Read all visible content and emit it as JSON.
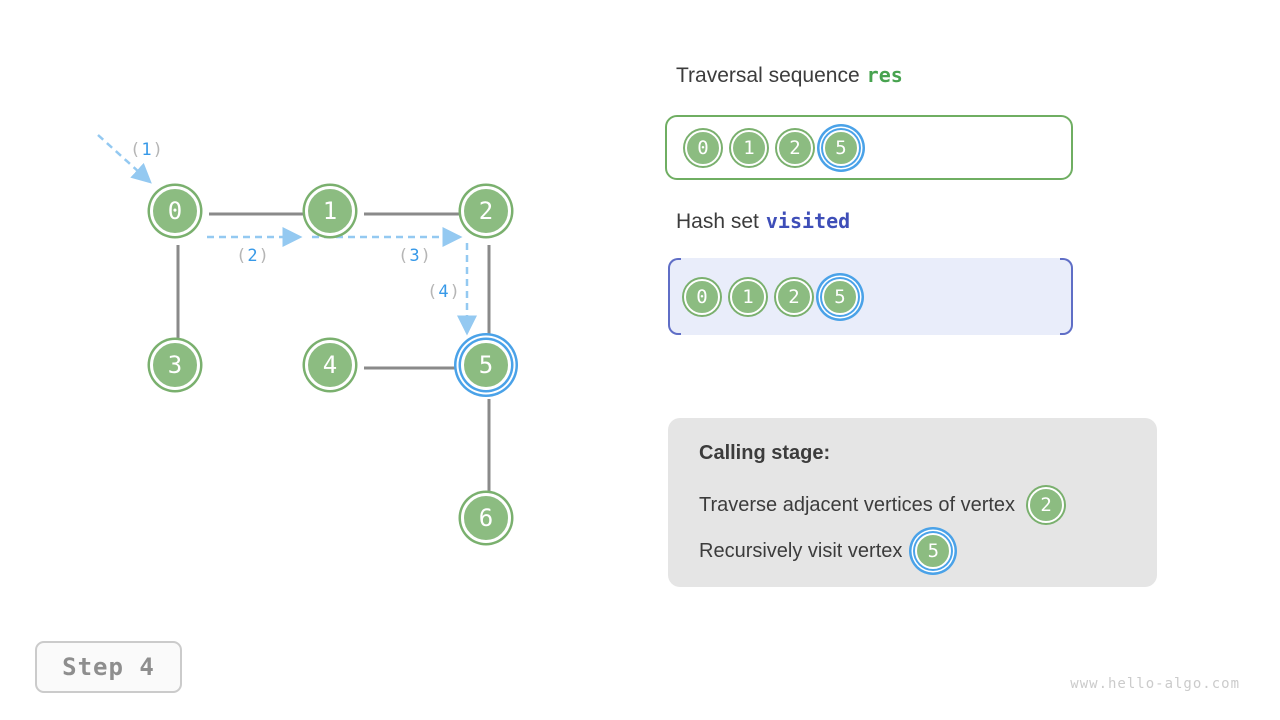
{
  "colors": {
    "node_green_fill": "#8CBC81",
    "node_green_ring": "#7AB06E",
    "highlight_blue": "#4AA2E8",
    "edge_gray": "#8A8A8A",
    "arrow_dash_blue": "#94C9F1",
    "arrow_label_blue": "#3799E8",
    "arrow_paren_gray": "#B5B5B5",
    "res_green": "#47A34F",
    "visited_indigo": "#3E4EB8",
    "green_box_border": "#6FAE62",
    "hash_box_bg": "#E9EDFA",
    "hash_bracket": "#5F6EC6",
    "calling_box_bg": "#E5E5E5",
    "text_dark": "#3C3C3C"
  },
  "graph": {
    "nodes": [
      {
        "label": "0",
        "highlighted": false
      },
      {
        "label": "1",
        "highlighted": false
      },
      {
        "label": "2",
        "highlighted": false
      },
      {
        "label": "3",
        "highlighted": false
      },
      {
        "label": "4",
        "highlighted": false
      },
      {
        "label": "5",
        "highlighted": true
      },
      {
        "label": "6",
        "highlighted": false
      }
    ],
    "edges": [
      [
        "0",
        "1"
      ],
      [
        "1",
        "2"
      ],
      [
        "0",
        "3"
      ],
      [
        "2",
        "5"
      ],
      [
        "4",
        "5"
      ],
      [
        "5",
        "6"
      ]
    ],
    "arrows": [
      {
        "prefix": "(",
        "order": "1",
        "suffix": ")",
        "from": "outside",
        "to": "0"
      },
      {
        "prefix": "(",
        "order": "2",
        "suffix": ")",
        "from": "0",
        "to": "1"
      },
      {
        "prefix": "(",
        "order": "3",
        "suffix": ")",
        "from": "1",
        "to": "2"
      },
      {
        "prefix": "(",
        "order": "4",
        "suffix": ")",
        "from": "2",
        "to": "5"
      }
    ]
  },
  "traversal_panel": {
    "title_prefix": "Traversal sequence",
    "title_code": "res",
    "items": [
      {
        "label": "0",
        "highlighted": false
      },
      {
        "label": "1",
        "highlighted": false
      },
      {
        "label": "2",
        "highlighted": false
      },
      {
        "label": "5",
        "highlighted": true
      }
    ]
  },
  "hash_panel": {
    "title_prefix": "Hash set",
    "title_code": "visited",
    "items": [
      {
        "label": "0",
        "highlighted": false
      },
      {
        "label": "1",
        "highlighted": false
      },
      {
        "label": "2",
        "highlighted": false
      },
      {
        "label": "5",
        "highlighted": true
      }
    ]
  },
  "calling_panel": {
    "heading": "Calling stage:",
    "lines": [
      {
        "text": "Traverse adjacent vertices of vertex",
        "vertex": "2",
        "highlighted": false
      },
      {
        "text": "Recursively visit vertex",
        "vertex": "5",
        "highlighted": true
      }
    ]
  },
  "step_badge": {
    "label": "Step 4"
  },
  "watermark": {
    "text": "www.hello-algo.com"
  }
}
